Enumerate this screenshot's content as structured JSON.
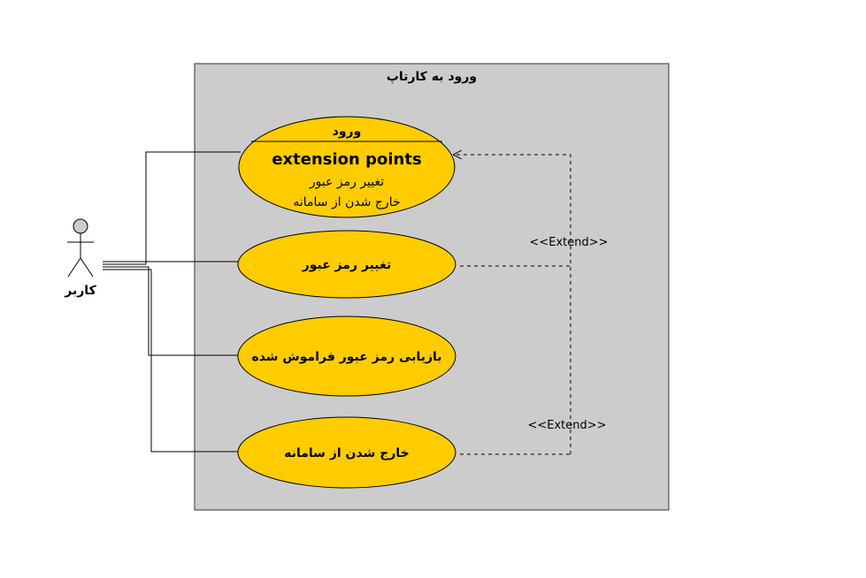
{
  "system": {
    "title": "ورود به کارتاپ"
  },
  "actor": {
    "name": "کاربر"
  },
  "use_cases": {
    "login": {
      "name": "ورود",
      "ext_header": "extension points",
      "ext_points": [
        "تغییر رمز عبور",
        "خارج شدن از سامانه"
      ]
    },
    "change_password": {
      "name": "تغییر رمز عبور"
    },
    "recover_password": {
      "name": "بازیابی رمز عبور فراموش شده"
    },
    "logout": {
      "name": "خارج شدن از سامانه"
    }
  },
  "relations": {
    "extend_1": "<<Extend>>",
    "extend_2": "<<Extend>>"
  },
  "colors": {
    "use_case_fill": "#ffcc00",
    "boundary_fill": "#cccccc",
    "actor_head": "#cccccc"
  }
}
